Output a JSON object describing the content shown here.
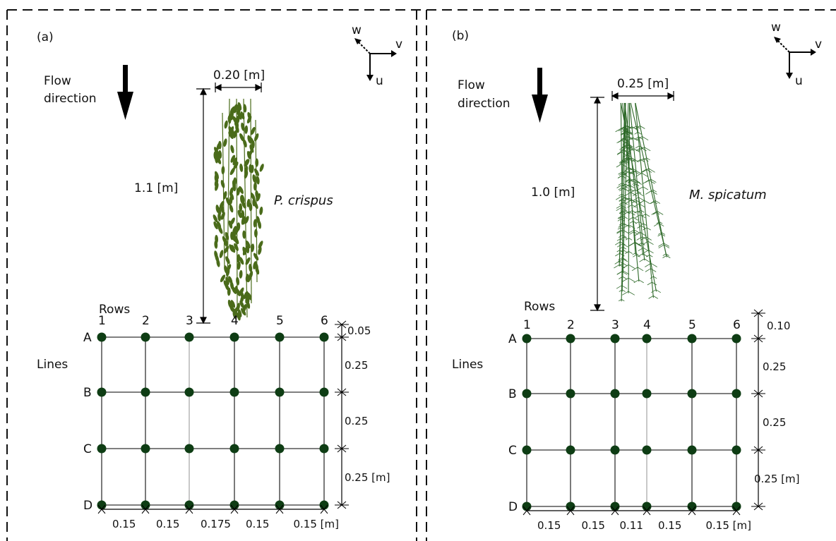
{
  "panels": [
    {
      "id": "a",
      "label": "(a)",
      "flow_label_line1": "Flow",
      "flow_label_line2": "direction",
      "axes": {
        "w": "w",
        "v": "v",
        "u": "u"
      },
      "plant": {
        "species": "P. crispus",
        "width_label": "0.20 [m]",
        "height_label": "1.1 [m]",
        "color": "#4a6b1a"
      },
      "grid": {
        "rows_title": "Rows",
        "lines_title": "Lines",
        "rows": [
          "1",
          "2",
          "3",
          "4",
          "5",
          "6"
        ],
        "lines": [
          "A",
          "B",
          "C",
          "D"
        ],
        "vertical_labels": [
          "0.05",
          "0.25",
          "0.25",
          "0.25 [m]"
        ],
        "horizontal_labels": [
          "0.15",
          "0.15",
          "0.175",
          "0.15",
          "0.15 [m]"
        ],
        "node_color": "#0e3d14"
      }
    },
    {
      "id": "b",
      "label": "(b)",
      "flow_label_line1": "Flow",
      "flow_label_line2": "direction",
      "axes": {
        "w": "w",
        "v": "v",
        "u": "u"
      },
      "plant": {
        "species": "M. spicatum",
        "width_label": "0.25 [m]",
        "height_label": "1.0 [m]",
        "color": "#2f6a2a"
      },
      "grid": {
        "rows_title": "Rows",
        "lines_title": "Lines",
        "rows": [
          "1",
          "2",
          "3",
          "4",
          "5",
          "6"
        ],
        "lines": [
          "A",
          "B",
          "C",
          "D"
        ],
        "vertical_labels": [
          "0.10",
          "0.25",
          "0.25",
          "0.25 [m]"
        ],
        "horizontal_labels": [
          "0.15",
          "0.15",
          "0.11",
          "0.15",
          "0.15 [m]"
        ],
        "node_color": "#0e3d14"
      }
    }
  ]
}
